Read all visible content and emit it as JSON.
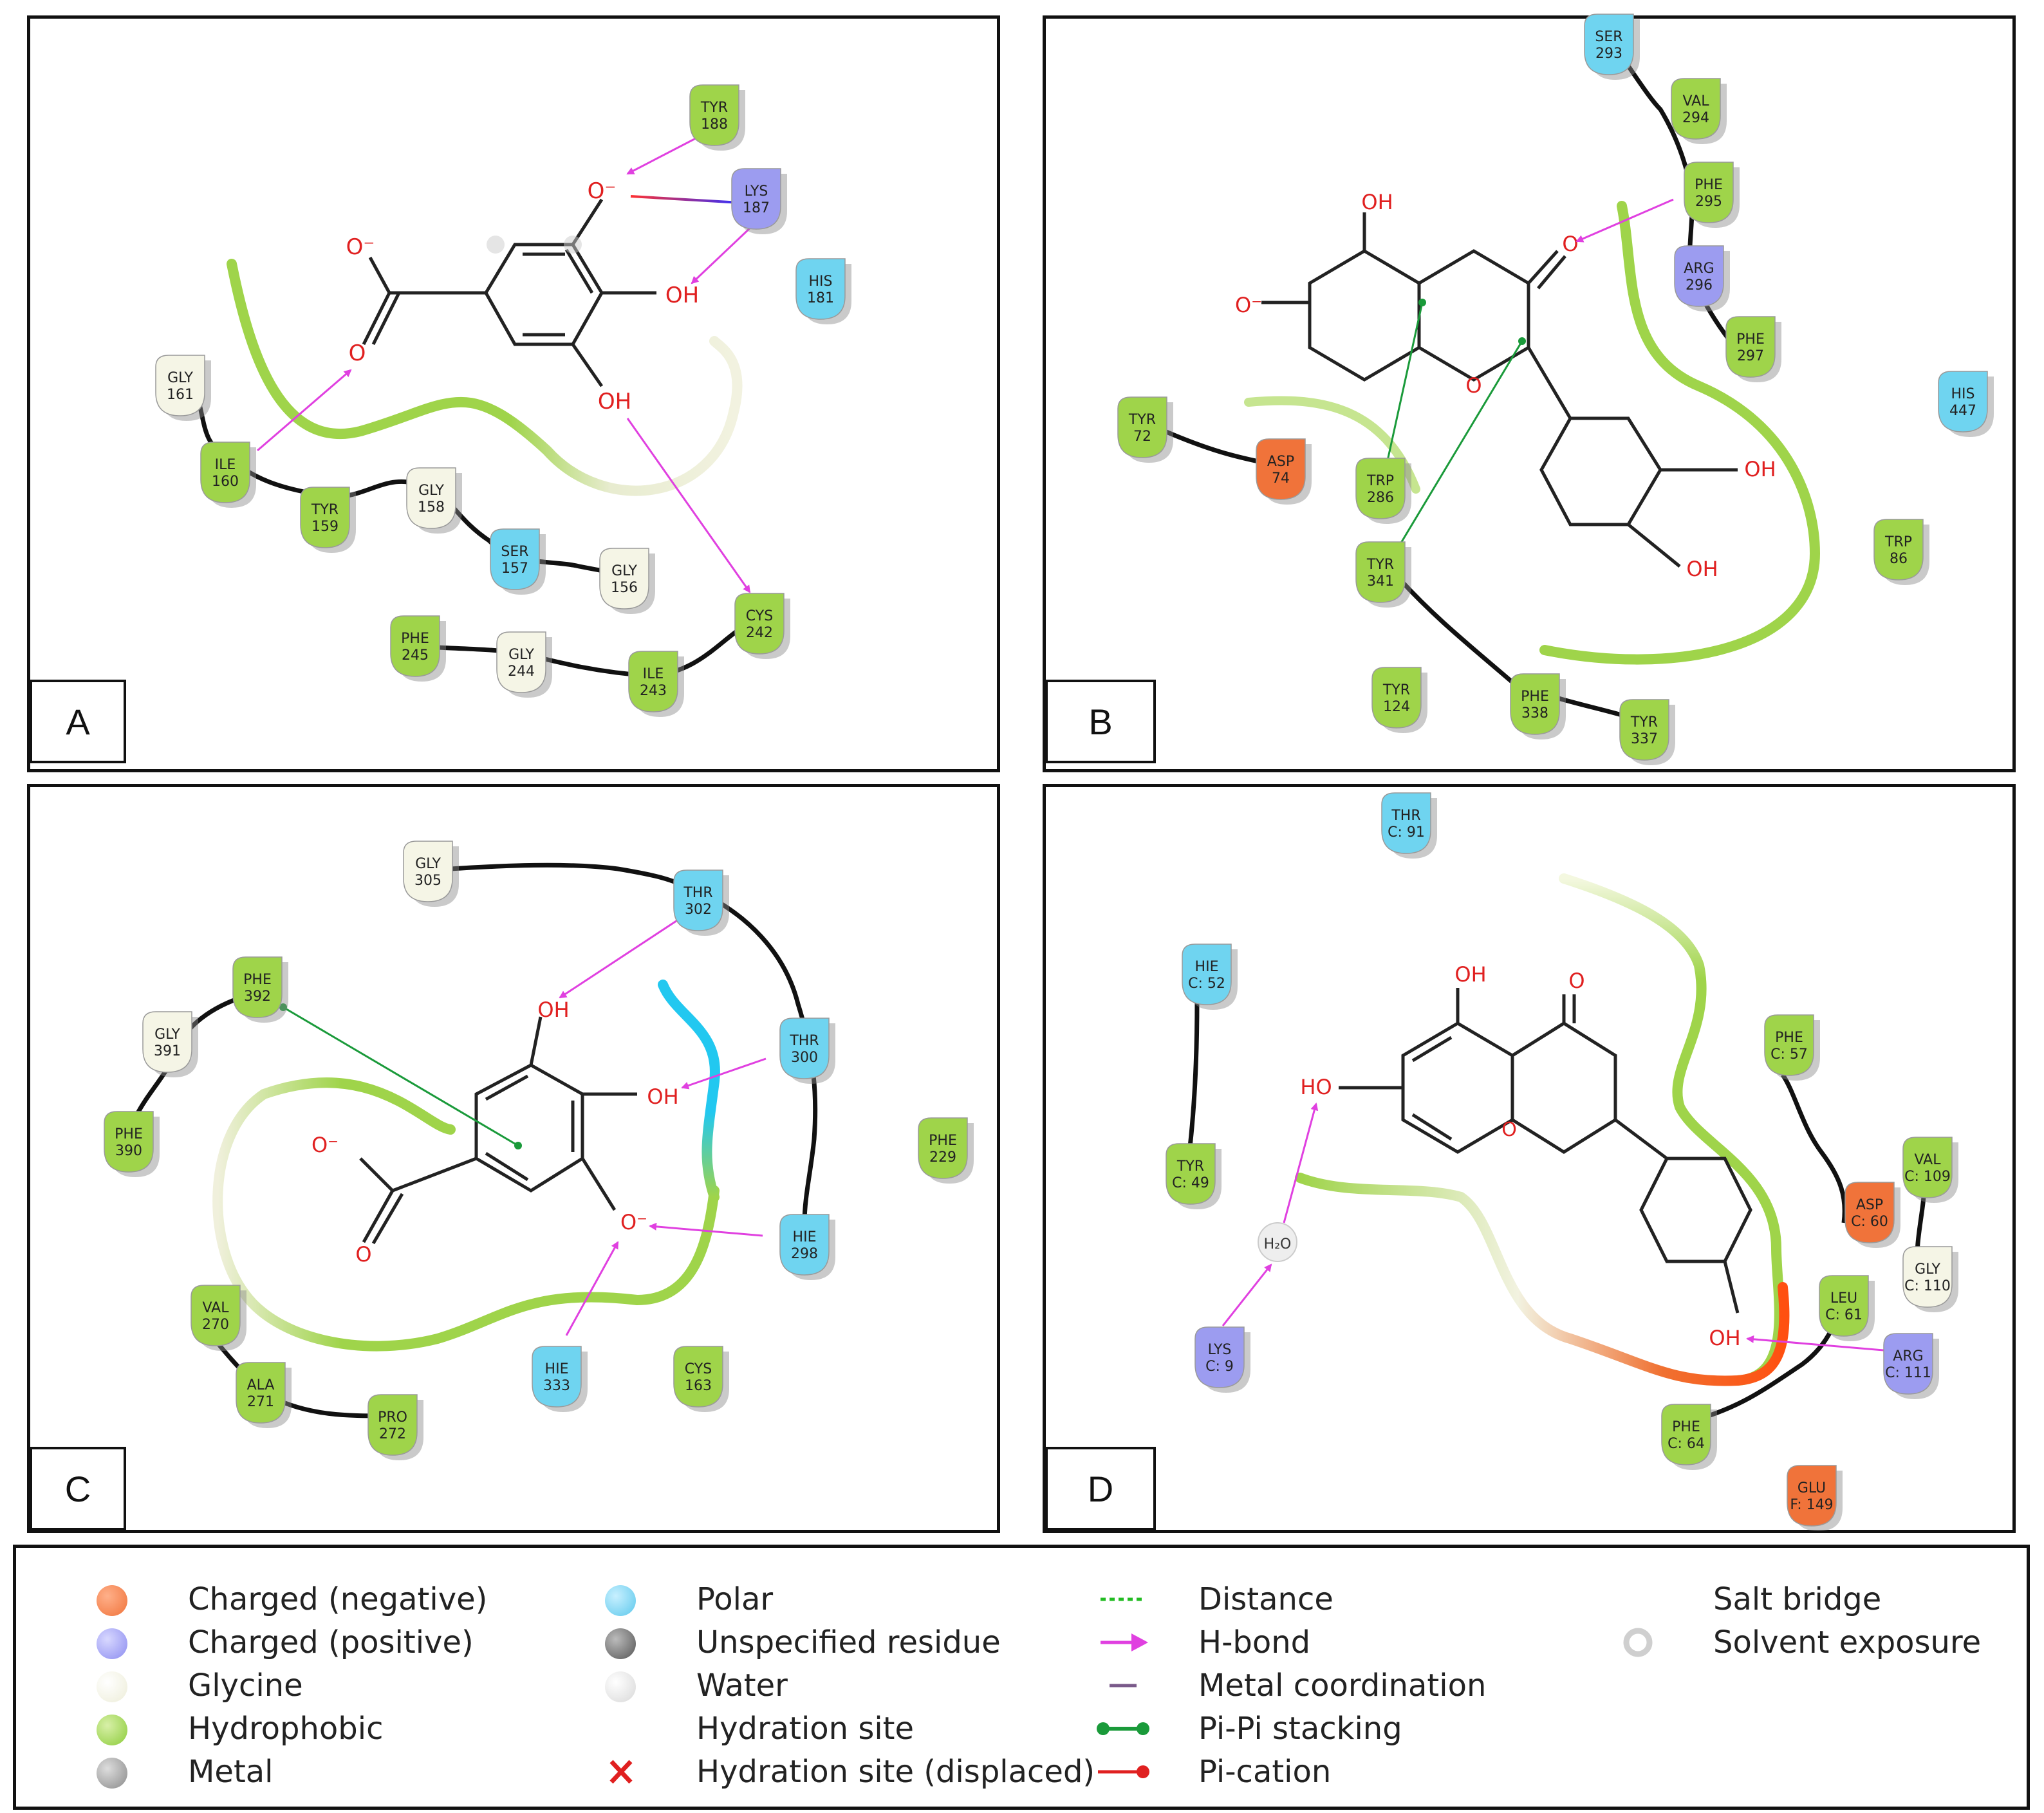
{
  "panels": [
    {
      "label": "A",
      "residues": [
        {
          "name": "TYR",
          "num": "188",
          "type": "hydrophobic"
        },
        {
          "name": "LYS",
          "num": "187",
          "type": "positive"
        },
        {
          "name": "HIS",
          "num": "181",
          "type": "polar"
        },
        {
          "name": "GLY",
          "num": "161",
          "type": "glycine"
        },
        {
          "name": "ILE",
          "num": "160",
          "type": "hydrophobic"
        },
        {
          "name": "TYR",
          "num": "159",
          "type": "hydrophobic"
        },
        {
          "name": "GLY",
          "num": "158",
          "type": "glycine"
        },
        {
          "name": "SER",
          "num": "157",
          "type": "polar"
        },
        {
          "name": "GLY",
          "num": "156",
          "type": "glycine"
        },
        {
          "name": "CYS",
          "num": "242",
          "type": "hydrophobic"
        },
        {
          "name": "PHE",
          "num": "245",
          "type": "hydrophobic"
        },
        {
          "name": "GLY",
          "num": "244",
          "type": "glycine"
        },
        {
          "name": "ILE",
          "num": "243",
          "type": "hydrophobic"
        }
      ],
      "atoms": [
        "O⁻",
        "O⁻",
        "O",
        "OH",
        "OH"
      ]
    },
    {
      "label": "B",
      "residues": [
        {
          "name": "SER",
          "num": "293",
          "type": "polar"
        },
        {
          "name": "VAL",
          "num": "294",
          "type": "hydrophobic"
        },
        {
          "name": "PHE",
          "num": "295",
          "type": "hydrophobic"
        },
        {
          "name": "ARG",
          "num": "296",
          "type": "positive"
        },
        {
          "name": "PHE",
          "num": "297",
          "type": "hydrophobic"
        },
        {
          "name": "HIS",
          "num": "447",
          "type": "polar"
        },
        {
          "name": "TYR",
          "num": "72",
          "type": "hydrophobic"
        },
        {
          "name": "ASP",
          "num": "74",
          "type": "negative"
        },
        {
          "name": "TRP",
          "num": "286",
          "type": "hydrophobic"
        },
        {
          "name": "TRP",
          "num": "86",
          "type": "hydrophobic"
        },
        {
          "name": "TYR",
          "num": "341",
          "type": "hydrophobic"
        },
        {
          "name": "TYR",
          "num": "124",
          "type": "hydrophobic"
        },
        {
          "name": "PHE",
          "num": "338",
          "type": "hydrophobic"
        },
        {
          "name": "TYR",
          "num": "337",
          "type": "hydrophobic"
        }
      ],
      "atoms": [
        "OH",
        "O",
        "O⁻",
        "O",
        "OH",
        "OH"
      ]
    },
    {
      "label": "C",
      "residues": [
        {
          "name": "GLY",
          "num": "305",
          "type": "glycine"
        },
        {
          "name": "THR",
          "num": "302",
          "type": "polar"
        },
        {
          "name": "PHE",
          "num": "392",
          "type": "hydrophobic"
        },
        {
          "name": "GLY",
          "num": "391",
          "type": "glycine"
        },
        {
          "name": "PHE",
          "num": "390",
          "type": "hydrophobic"
        },
        {
          "name": "THR",
          "num": "300",
          "type": "polar"
        },
        {
          "name": "PHE",
          "num": "229",
          "type": "hydrophobic"
        },
        {
          "name": "HIE",
          "num": "298",
          "type": "polar"
        },
        {
          "name": "VAL",
          "num": "270",
          "type": "hydrophobic"
        },
        {
          "name": "ALA",
          "num": "271",
          "type": "hydrophobic"
        },
        {
          "name": "PRO",
          "num": "272",
          "type": "hydrophobic"
        },
        {
          "name": "HIE",
          "num": "333",
          "type": "polar"
        },
        {
          "name": "CYS",
          "num": "163",
          "type": "hydrophobic"
        }
      ],
      "atoms": [
        "OH",
        "OH",
        "O⁻",
        "O⁻",
        "O"
      ]
    },
    {
      "label": "D",
      "residues": [
        {
          "name": "THR",
          "num": "C: 91",
          "type": "polar"
        },
        {
          "name": "HIE",
          "num": "C: 52",
          "type": "polar"
        },
        {
          "name": "TYR",
          "num": "C: 49",
          "type": "hydrophobic"
        },
        {
          "name": "LYS",
          "num": "C: 9",
          "type": "positive"
        },
        {
          "name": "PHE",
          "num": "C: 57",
          "type": "hydrophobic"
        },
        {
          "name": "VAL",
          "num": "C: 109",
          "type": "hydrophobic"
        },
        {
          "name": "ASP",
          "num": "C: 60",
          "type": "negative"
        },
        {
          "name": "GLY",
          "num": "C: 110",
          "type": "glycine"
        },
        {
          "name": "LEU",
          "num": "C: 61",
          "type": "hydrophobic"
        },
        {
          "name": "ARG",
          "num": "C: 111",
          "type": "positive"
        },
        {
          "name": "PHE",
          "num": "C: 64",
          "type": "hydrophobic"
        },
        {
          "name": "GLU",
          "num": "F: 149",
          "type": "negative"
        }
      ],
      "atoms": [
        "OH",
        "O",
        "HO",
        "OH"
      ],
      "water_label": "H₂O"
    }
  ],
  "legend": {
    "col1": [
      "Charged (negative)",
      "Charged (positive)",
      "Glycine",
      "Hydrophobic",
      "Metal"
    ],
    "col2": [
      "Polar",
      "Unspecified residue",
      "Water",
      "Hydration site",
      "Hydration site (displaced)"
    ],
    "col3": [
      "Distance",
      "H-bond",
      "Metal coordination",
      "Pi-Pi stacking",
      "Pi-cation"
    ],
    "col4": [
      "Salt bridge",
      "Solvent exposure"
    ]
  },
  "colors": {
    "negative": "#f0733a",
    "positive": "#9c9cf0",
    "glycine": "#f5f5e6",
    "hydrophobic": "#9fd44a",
    "polar": "#6fd4f0",
    "metal": "#9a9a9a",
    "water": "#e8e8e8",
    "hbond": "#e040e0",
    "pipi": "#1a9a3a",
    "distance": "#22bb22",
    "salt_bridge_a": "#ff3030",
    "salt_bridge_b": "#3030ff"
  }
}
